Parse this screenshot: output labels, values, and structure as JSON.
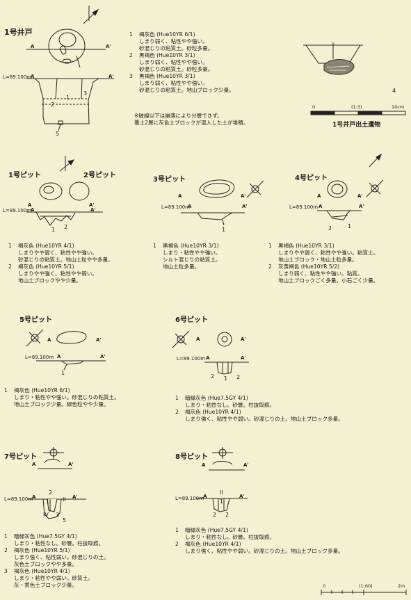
{
  "well": {
    "title": "1号井戸",
    "level": "L=89.100m",
    "sec_a": "A",
    "sec_b": "A'",
    "layers": [
      {
        "num": "1",
        "lines": [
          "褐灰色 (Hue10YR 6/1)",
          "しまり弱く、粘性やや強い。",
          "砂混じりの粘質土。砂粒多量。"
        ]
      },
      {
        "num": "2",
        "lines": [
          "黒褐色 (Hue10YR 3/1)",
          "しまり弱く、粘性やや強い。",
          "砂混じりの粘質土。砂粒多量。"
        ]
      },
      {
        "num": "3",
        "lines": [
          "黒褐色 (Hue10YR 3/1)",
          "しまり弱く、粘性やや強い。",
          "砂混じりの粘質土。地山ブロック少量。"
        ]
      }
    ],
    "note": [
      "※破線以下は崩落により分層できず。",
      "覆土2層に灰色土ブロックが混入した土が堆積。"
    ],
    "label_1": "1",
    "label_2": "2",
    "label_3": "3",
    "label_5": "5",
    "artifact_num": "4",
    "artifact_scale": "(1:3)",
    "artifact_scale_0": "0",
    "artifact_scale_10": "10cm",
    "artifact_caption": "1号井戸出土遺物"
  },
  "pit12": {
    "title1": "1号ピット",
    "title2": "2号ピット",
    "level": "L=89.100m",
    "sec_a": "A",
    "sec_b": "A'",
    "label_1": "1",
    "label_2": "2",
    "layers": [
      {
        "num": "1",
        "lines": [
          "褐灰色 (Hue10YR 4/1)",
          "しまりやや弱く、粘性やや強い。",
          "砂混じりの粘質土。地山土粒やや多量。"
        ]
      },
      {
        "num": "2",
        "lines": [
          "褐灰色 (Hue10YR 5/1)",
          "しまりやや強く、粘性やや弱い。",
          "地山土ブロックやや少量。"
        ]
      }
    ]
  },
  "pit3": {
    "title": "3号ピット",
    "level": "L=89.100m",
    "sec_a": "A",
    "sec_b": "A'",
    "label_1": "1",
    "layers": [
      {
        "num": "1",
        "lines": [
          "黒褐色 (Hue10YR 3/1)",
          "しまり・粘性やや強い。",
          "シルト混じりの粘質土。",
          "地山土粒多量。"
        ]
      }
    ]
  },
  "pit4": {
    "title": "4号ピット",
    "level": "L=89.100m",
    "sec_a": "A",
    "sec_b": "A'",
    "label_1": "1",
    "label_2": "2",
    "layers": [
      {
        "num": "1",
        "lines": [
          "黒褐色 (Hue10YR 3/1)",
          "しまりやや弱く、粘性やや強い。粘質土。",
          "地山土ブロック・地山土粒多量。"
        ]
      },
      {
        "num": "2",
        "lines": [
          "灰黄褐色 (Hue10YR 5/2)",
          "しまり弱く、粘性やや強い。粘質。",
          "地山土ブロックごく多量。小石ごく少量。"
        ]
      }
    ]
  },
  "pit5": {
    "title": "5号ピット",
    "level": "L=89.100m",
    "sec_a": "A",
    "sec_b": "A'",
    "label_1": "1",
    "layers": [
      {
        "num": "1",
        "lines": [
          "褐灰色 (Hue10YR 6/1)",
          "しまり・粘性やや強い。砂混じりの粘質土。",
          "地山土ブロック少量。緑色粒やや少量。"
        ]
      }
    ]
  },
  "pit6": {
    "title": "6号ピット",
    "level": "L=89.100m",
    "sec_a": "A",
    "sec_b": "A'",
    "label_1": "1",
    "label_2": "2",
    "layers": [
      {
        "num": "1",
        "lines": [
          "暗緑灰色 (Hue7.5GY 4/1)",
          "しまり・粘性なし。砂層。柱抜取痕。"
        ]
      },
      {
        "num": "2",
        "lines": [
          "褐灰色 (Hue10YR 4/1)",
          "しまり強く、粘性やや弱い。砂混じりの土。地山土ブロック多量。"
        ]
      }
    ]
  },
  "pit7": {
    "title": "7号ピット",
    "level": "L=89.100m",
    "sec_a": "A",
    "sec_b": "A'",
    "label_1": "1",
    "label_2": "2",
    "label_3": "3",
    "label_II": "II",
    "label_IV": "IV",
    "label_5": "5",
    "layers": [
      {
        "num": "1",
        "lines": [
          "暗緑灰色 (Hue7.5GY 4/1)",
          "しまり・粘性なし。砂層。柱抜取痕。"
        ]
      },
      {
        "num": "2",
        "lines": [
          "褐灰色 (Hue10YR 5/1)",
          "しまり強く、粘性弱い。砂混じりの土。",
          "灰色土ブロックやや多量。"
        ]
      },
      {
        "num": "3",
        "lines": [
          "褐灰色 (Hue10YR 4/1)",
          "しまり・粘性やや弱い。砂質土。",
          "灰・黄色土ブロック少量。"
        ]
      }
    ]
  },
  "pit8": {
    "title": "8号ピット",
    "level": "L=89.100m",
    "sec_a": "A",
    "sec_b": "A'",
    "label_1": "1",
    "label_2": "2",
    "label_II": "II",
    "layers": [
      {
        "num": "1",
        "lines": [
          "暗緑灰色 (Hue7.5GY 4/1)",
          "しまり・粘性なし。砂層。柱抜取痕。"
        ]
      },
      {
        "num": "2",
        "lines": [
          "褐灰色 (Hue10YR 4/1)",
          "しまり強く、粘性やや弱い。砂混じりの土。地山土ブロック多量。"
        ]
      }
    ]
  },
  "scale_bottom": {
    "label_0": "0",
    "ratio": "(1:60)",
    "label_max": "2m"
  }
}
